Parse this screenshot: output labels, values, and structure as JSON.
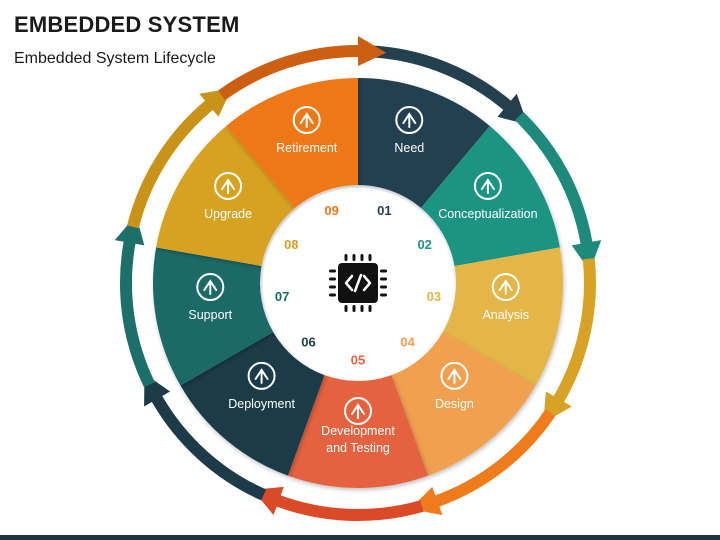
{
  "header": {
    "title": "EMBEDDED SYSTEM",
    "subtitle": "Embedded System Lifecycle"
  },
  "center_icon": "microchip-code-icon",
  "stages": [
    {
      "number": "01",
      "lines": [
        "Need"
      ],
      "color": "#24404f",
      "arrow_color": "#24404f",
      "icon": "money-person-icon"
    },
    {
      "number": "02",
      "lines": [
        "Conceptualization"
      ],
      "color": "#1e9484",
      "arrow_color": "#1e8a7b",
      "icon": "open-box-idea-icon"
    },
    {
      "number": "03",
      "lines": [
        "Analysis"
      ],
      "color": "#e3b646",
      "arrow_color": "#d8a224",
      "icon": "analysis-chart-icon"
    },
    {
      "number": "04",
      "lines": [
        "Design"
      ],
      "color": "#f0a04f",
      "arrow_color": "#ee7b1c",
      "icon": "design-tools-icon"
    },
    {
      "number": "05",
      "lines": [
        "Development",
        "and Testing"
      ],
      "color": "#e4623f",
      "arrow_color": "#db4a28",
      "icon": "gauge-testing-icon"
    },
    {
      "number": "06",
      "lines": [
        "Deployment"
      ],
      "color": "#1d3a49",
      "arrow_color": "#1d3a49",
      "icon": "laptop-deploy-icon"
    },
    {
      "number": "07",
      "lines": [
        "Support"
      ],
      "color": "#1a6b67",
      "arrow_color": "#1d6f6a",
      "icon": "handshake-support-icon"
    },
    {
      "number": "08",
      "lines": [
        "Upgrade"
      ],
      "color": "#d7a222",
      "arrow_color": "#c99319",
      "icon": "upgrade-arrow-icon"
    },
    {
      "number": "09",
      "lines": [
        "Retirement"
      ],
      "color": "#ee7717",
      "arrow_color": "#cc5f12",
      "icon": "rocking-chair-icon"
    }
  ],
  "colors": {
    "title_text": "#1a1a1a",
    "inner_ring": "#ffffff",
    "chip": "#111111",
    "footer": "#1f3340"
  }
}
